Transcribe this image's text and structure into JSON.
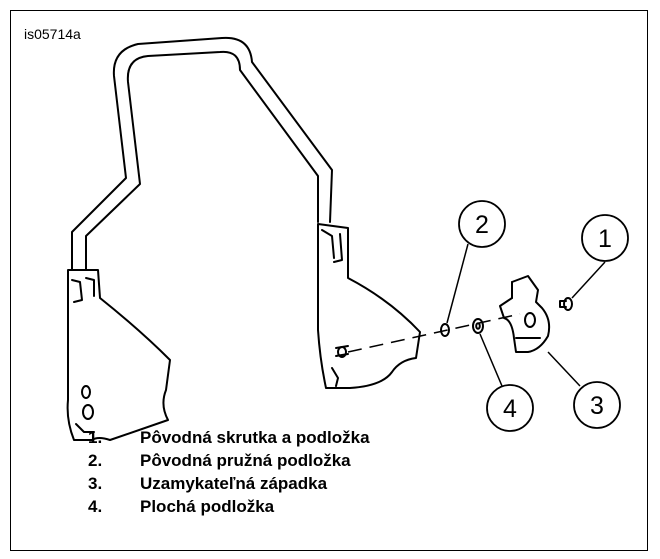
{
  "figure_id": "is05714a",
  "callouts": [
    "1",
    "2",
    "3",
    "4"
  ],
  "legend": [
    {
      "num": "1.",
      "text": "Pôvodná skrutka a podložka"
    },
    {
      "num": "2.",
      "text": "Pôvodná pružná podložka"
    },
    {
      "num": "3.",
      "text": "Uzamykateľná západka"
    },
    {
      "num": "4.",
      "text": "Plochá podložka"
    }
  ]
}
